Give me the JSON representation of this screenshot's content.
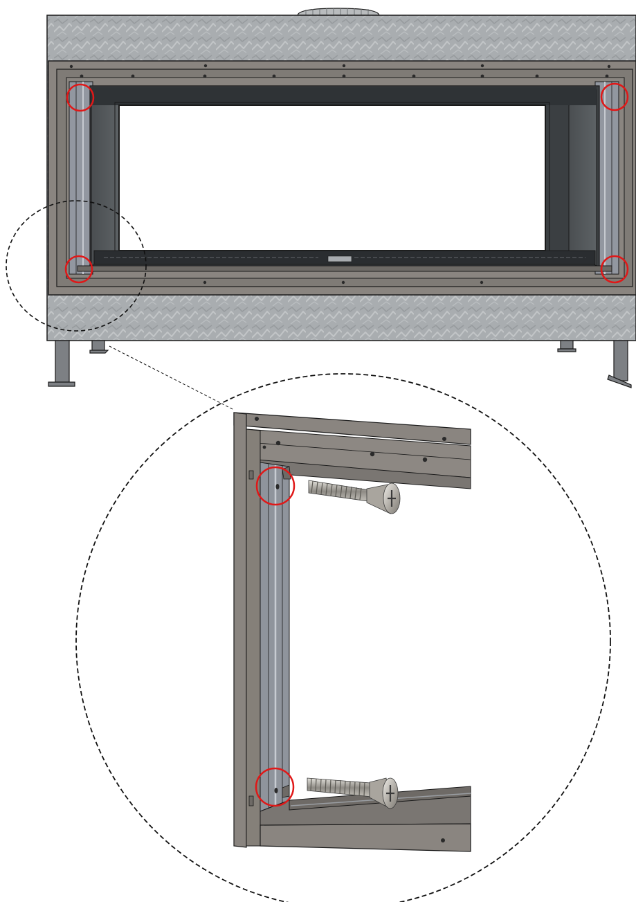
{
  "colors": {
    "concrete": "#a9adb0",
    "frame": "#8a8580",
    "frame_dark": "#6e6a66",
    "outline": "#1a1a1a",
    "side_panel": "#55595c",
    "inner_frame": "#8f949c",
    "highlight_circle": "#e01818",
    "dashed_line": "#111111",
    "screw_metal": "#b5b2ab",
    "leg": "#7d8084"
  },
  "callouts": {
    "overview_marks": [
      "top-left-screw",
      "top-right-screw",
      "bottom-left-screw",
      "bottom-right-screw"
    ],
    "detail_marks": [
      "upper-screw-hole",
      "lower-screw-hole"
    ],
    "screw_count_in_detail": 2
  }
}
